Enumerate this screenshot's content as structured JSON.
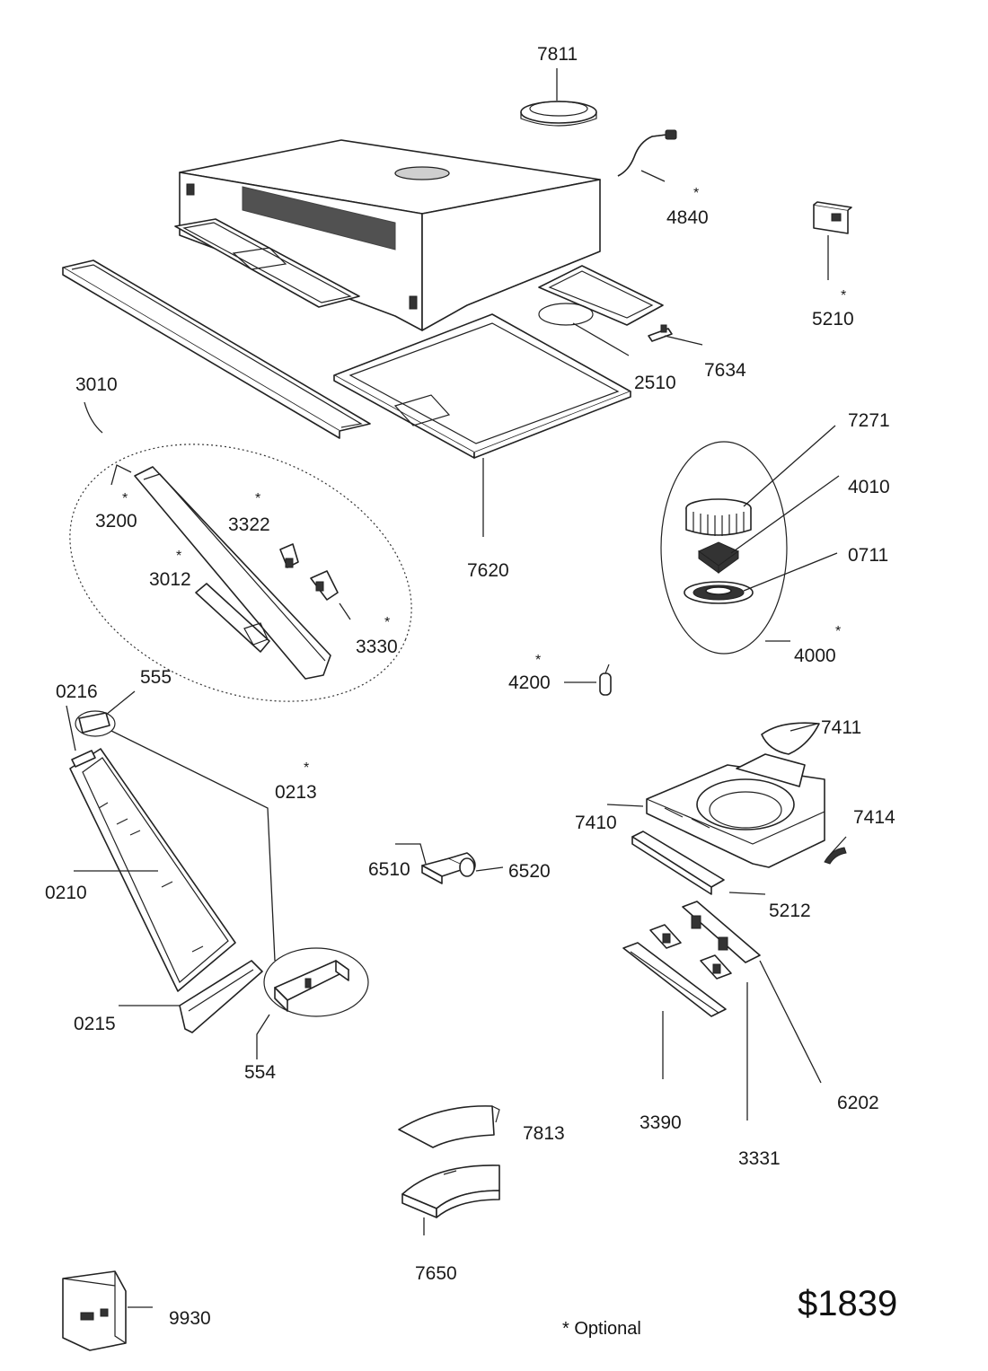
{
  "labels": {
    "p7811": "7811",
    "p4840": "4840",
    "p5210": "5210",
    "p7634": "7634",
    "p2510": "2510",
    "p3010": "3010",
    "p3200": "3200",
    "p3322": "3322",
    "p3012": "3012",
    "p3330": "3330",
    "p7620": "7620",
    "p7271": "7271",
    "p4010": "4010",
    "p0711": "0711",
    "p4000": "4000",
    "p4200": "4200",
    "p0216": "0216",
    "p555": "555",
    "p0213": "0213",
    "p0210": "0210",
    "p0215": "0215",
    "p554": "554",
    "p6510": "6510",
    "p6520": "6520",
    "p7411": "7411",
    "p7410": "7410",
    "p7414": "7414",
    "p5212": "5212",
    "p6202": "6202",
    "p3390": "3390",
    "p3331": "3331",
    "p7813": "7813",
    "p7650": "7650",
    "p9930": "9930"
  },
  "asterisk": "*",
  "price": "$1839",
  "footnote": "* Optional"
}
